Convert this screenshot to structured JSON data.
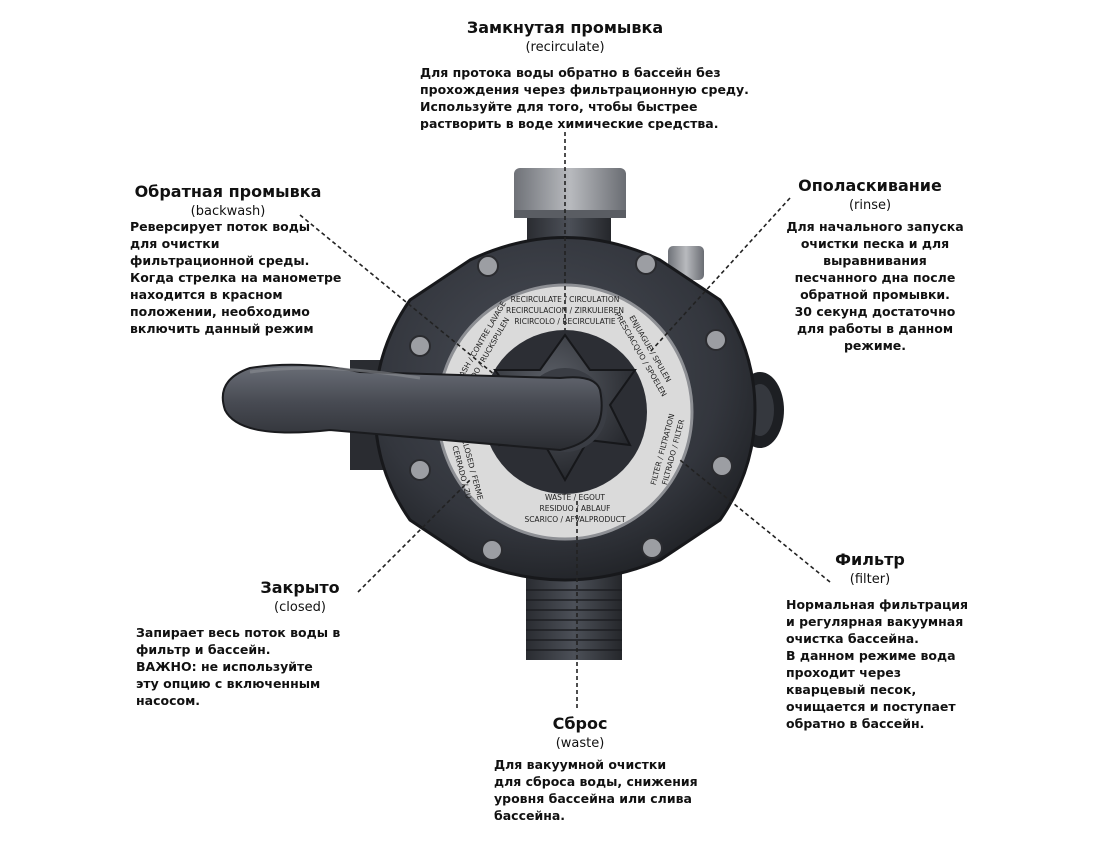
{
  "labels": {
    "recirculate": {
      "title": "Замкнутая промывка",
      "sub": "(recirculate)",
      "desc": "Для протока воды обратно в бассейн без\nпрохождения через фильтрационную среду.\nИспользуйте для того, чтобы быстрее\nрастворить в воде химические средства."
    },
    "backwash": {
      "title": "Обратная промывка",
      "sub": "(backwash)",
      "desc": "Реверсирует поток воды\nдля очистки\nфильтрационной среды.\nКогда стрелка на манометре\nнаходится в красном\nположении, необходимо\nвключить данный режим"
    },
    "rinse": {
      "title": "Ополаскивание",
      "sub": "(rinse)",
      "desc": "Для начального запуска\nочистки песка и для\nвыравнивания\nпесчанного дна после\nобратной промывки.\n30 секунд достаточно\nдля работы в данном\nрежиме."
    },
    "closed": {
      "title": "Закрыто",
      "sub": "(closed)",
      "desc": "Запирает весь поток воды в\nфильтр и бассейн.\nВАЖНО: не используйте\nэту опцию с включенным\nнасосом."
    },
    "filter": {
      "title": "Фильтр",
      "sub": "(filter)",
      "desc": "Нормальная фильтрация\nи регулярная вакуумная\nочистка бассейна.\nВ данном режиме вода\nпроходит через\nкварцевый песок,\nочищается и поступает\nобратно в бассейн."
    },
    "waste": {
      "title": "Сброс",
      "sub": "(waste)",
      "desc": "Для вакуумной очистки\nдля сброса воды, снижения\nуровня бассейна или слива\nбассейна."
    }
  },
  "dial": {
    "recirculate": [
      "RECIRCULATE / CIRCULATION",
      "RECIRCULACION / ZIRKULIEREN",
      "RICIRCOLO / RECIRCULATIE"
    ],
    "waste": [
      "WASTE / EGOUT",
      "RESIDUO / ABLAUF",
      "SCARICO / AFVALPRODUCT"
    ],
    "filter": [
      "FILTER / FILTRATION",
      "FILTRADO / FILTER"
    ],
    "rinse": [
      "ENJUAGUE / SPULEN",
      "PRESCIACQUO / SPOELEN"
    ],
    "backwash": [
      "BACKWASH / CONTRE LAVAGE",
      "LAVADO / RUCKSPULEN"
    ],
    "closed": [
      "CLOSED / FERME",
      "CERRADO / ZU"
    ]
  },
  "colors": {
    "body": "#3a3d44",
    "body_dark": "#24262b",
    "ring": "#dcdcdc",
    "handle": "#454850",
    "cap": "#8e9095",
    "leader": "#222222"
  }
}
